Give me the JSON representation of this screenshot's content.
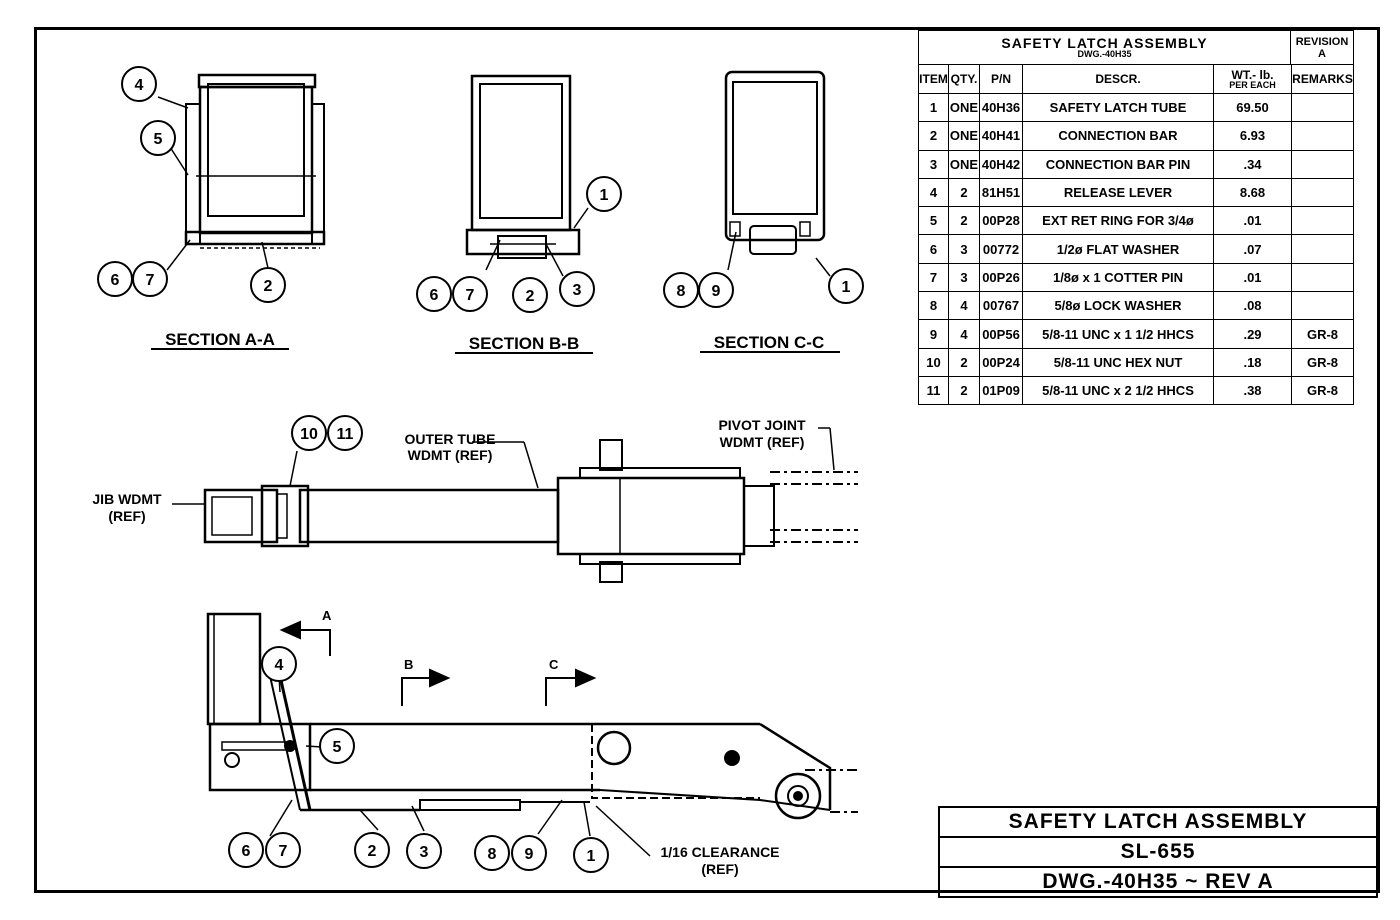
{
  "bom": {
    "title": "SAFETY LATCH ASSEMBLY",
    "dwg": "DWG.-40H35",
    "revision_label": "REVISION",
    "revision_value": "A",
    "headers": {
      "item": "ITEM",
      "qty": "QTY.",
      "pn": "P/N",
      "descr": "DESCR.",
      "wt": "WT.- lb.",
      "wt_sub": "PER EACH",
      "remarks": "REMARKS"
    },
    "rows": [
      {
        "item": "1",
        "qty": "ONE",
        "pn": "40H36",
        "descr": "SAFETY LATCH TUBE",
        "wt": "69.50",
        "remarks": ""
      },
      {
        "item": "2",
        "qty": "ONE",
        "pn": "40H41",
        "descr": "CONNECTION BAR",
        "wt": "6.93",
        "remarks": ""
      },
      {
        "item": "3",
        "qty": "ONE",
        "pn": "40H42",
        "descr": "CONNECTION BAR PIN",
        "wt": ".34",
        "remarks": ""
      },
      {
        "item": "4",
        "qty": "2",
        "pn": "81H51",
        "descr": "RELEASE LEVER",
        "wt": "8.68",
        "remarks": ""
      },
      {
        "item": "5",
        "qty": "2",
        "pn": "00P28",
        "descr": "EXT RET RING FOR 3/4ø",
        "wt": ".01",
        "remarks": ""
      },
      {
        "item": "6",
        "qty": "3",
        "pn": "00772",
        "descr": "1/2ø FLAT WASHER",
        "wt": ".07",
        "remarks": ""
      },
      {
        "item": "7",
        "qty": "3",
        "pn": "00P26",
        "descr": "1/8ø x 1 COTTER PIN",
        "wt": ".01",
        "remarks": ""
      },
      {
        "item": "8",
        "qty": "4",
        "pn": "00767",
        "descr": "5/8ø LOCK WASHER",
        "wt": ".08",
        "remarks": ""
      },
      {
        "item": "9",
        "qty": "4",
        "pn": "00P56",
        "descr": "5/8-11 UNC x 1 1/2 HHCS",
        "wt": ".29",
        "remarks": "GR-8"
      },
      {
        "item": "10",
        "qty": "2",
        "pn": "00P24",
        "descr": "5/8-11 UNC HEX NUT",
        "wt": ".18",
        "remarks": "GR-8"
      },
      {
        "item": "11",
        "qty": "2",
        "pn": "01P09",
        "descr": "5/8-11 UNC x 2 1/2 HHCS",
        "wt": ".38",
        "remarks": "GR-8"
      }
    ]
  },
  "title_block": {
    "name": "SAFETY LATCH ASSEMBLY",
    "number": "SL-655",
    "dwg": "DWG.-40H35 ~ REV A"
  },
  "sections": {
    "a": "SECTION A-A",
    "b": "SECTION B-B",
    "c": "SECTION C-C"
  },
  "labels": {
    "outer_tube_1": "OUTER TUBE",
    "outer_tube_2": "WDMT (REF)",
    "pivot_1": "PIVOT JOINT",
    "pivot_2": "WDMT (REF)",
    "jib_1": "JIB WDMT",
    "jib_2": "(REF)",
    "clear_1": "1/16 CLEARANCE",
    "clear_2": "(REF)",
    "arrow_a": "A",
    "arrow_b": "B",
    "arrow_c": "C"
  },
  "balloons": {
    "a4": "4",
    "a5": "5",
    "a6": "6",
    "a7": "7",
    "a2": "2",
    "b1": "1",
    "b6": "6",
    "b7": "7",
    "b2": "2",
    "b3": "3",
    "c8": "8",
    "c9": "9",
    "c1": "1",
    "t10": "10",
    "t11": "11",
    "s4": "4",
    "s5": "5",
    "s6": "6",
    "s7": "7",
    "s2": "2",
    "s3": "3",
    "s8": "8",
    "s9": "9",
    "s1": "1"
  }
}
